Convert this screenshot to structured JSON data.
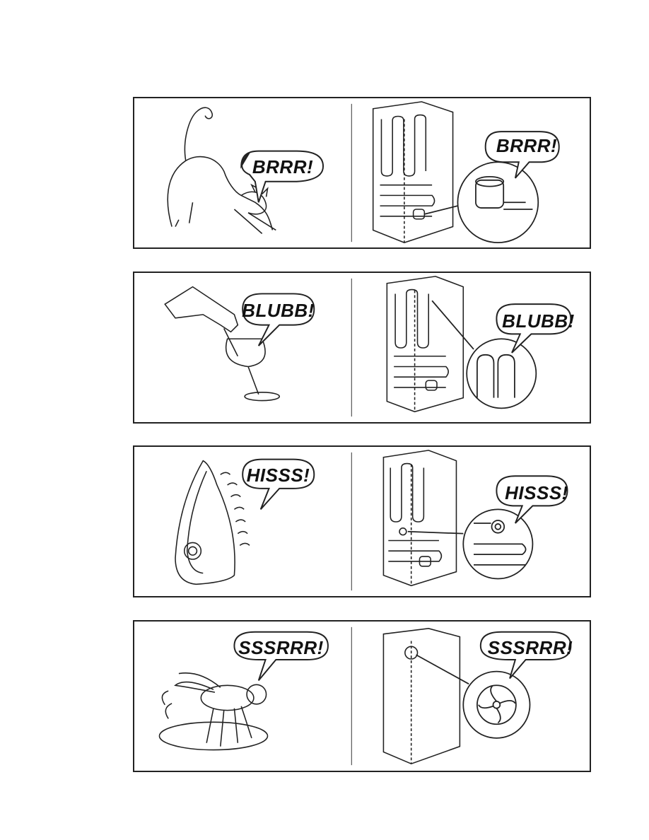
{
  "panels": [
    {
      "left_sound": "BRRR!",
      "right_sound": "BRRR!",
      "left_icon": "cat-icon",
      "right_icon": "compressor-icon"
    },
    {
      "left_sound": "BLUBB!",
      "right_sound": "BLUBB!",
      "left_icon": "wine-pouring-icon",
      "right_icon": "refrigerant-pipe-icon"
    },
    {
      "left_sound": "HISSS!",
      "right_sound": "HISSS!",
      "left_icon": "steam-iron-icon",
      "right_icon": "expansion-coil-icon"
    },
    {
      "left_sound": "SSSRRR!",
      "right_sound": "SSSRRR!",
      "left_icon": "fly-icon",
      "right_icon": "fan-icon"
    }
  ]
}
